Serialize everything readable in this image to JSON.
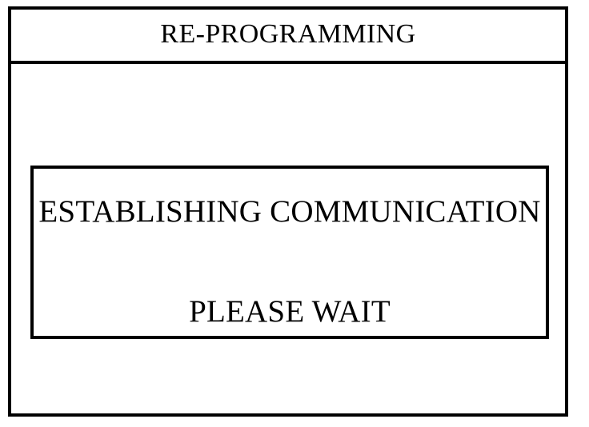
{
  "screen": {
    "name": "re-programming-status-screen",
    "background_color": "#ffffff",
    "foreground_color": "#000000"
  },
  "dialog": {
    "title_bar": {
      "title": "RE-PROGRAMMING"
    },
    "message_panel": {
      "primary_message": "ESTABLISHING COMMUNICATION",
      "secondary_message": "PLEASE WAIT"
    }
  }
}
